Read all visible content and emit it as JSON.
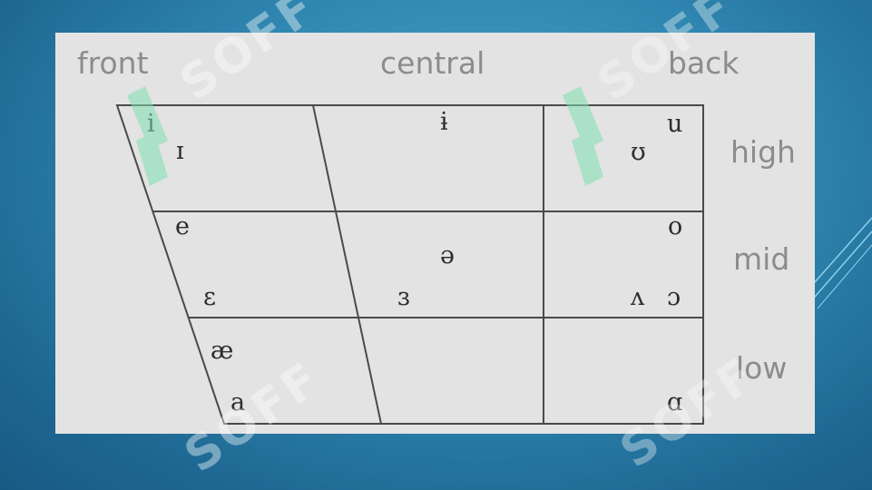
{
  "columns": {
    "front": "front",
    "central": "central",
    "back": "back"
  },
  "rows": {
    "high": "high",
    "mid": "mid",
    "low": "low"
  },
  "vowels": {
    "i": "i",
    "small_i": "ɪ",
    "barred_i": "ɨ",
    "u": "u",
    "upsilon": "ʊ",
    "e": "e",
    "o": "o",
    "schwa": "ə",
    "epsilon": "ɛ",
    "reversed_epsilon": "ɜ",
    "wedge": "ʌ",
    "open_o": "ɔ",
    "ash": "æ",
    "a": "a",
    "script_a": "ɑ"
  },
  "watermark": {
    "text": "SOFF"
  },
  "colors": {
    "label": "#8c8c8c",
    "symbol": "#2d2d2d",
    "line": "#4a4a4a",
    "panel": "#e3e3e3"
  }
}
